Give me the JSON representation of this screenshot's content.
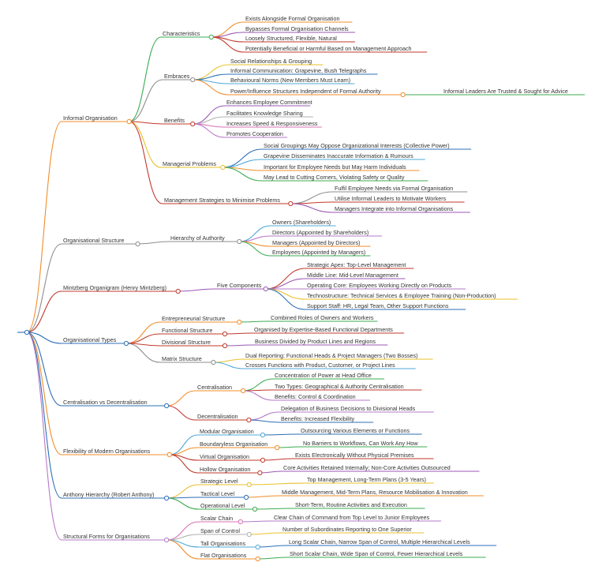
{
  "root": {
    "label": ""
  },
  "branches": [
    {
      "label": "Informal Organisation",
      "color": "#f28c28",
      "children": [
        {
          "label": "Characteristics",
          "color": "#3cab50",
          "children": [
            {
              "label": "Exists Alongside Formal Organisation",
              "color": "#f28c28"
            },
            {
              "label": "Bypasses Formal Organisation Channels",
              "color": "#9b59b6"
            },
            {
              "label": "Loosely Structured, Flexible, Natural",
              "color": "#c0392b"
            },
            {
              "label": "Potentially Beneficial or Harmful Based on Management Approach",
              "color": "#c0392b"
            }
          ]
        },
        {
          "label": "Embraces",
          "color": "#8e8e8e",
          "children": [
            {
              "label": "Social Relationships & Grouping",
              "color": "#e8c12a"
            },
            {
              "label": "Informal Communication: Grapevine, Bush Telegraphs",
              "color": "#2c6fb7"
            },
            {
              "label": "Behavioural Norms (New Members Must Learn)",
              "color": "#4fa8d8"
            },
            {
              "label": "Power/Influence Structures Independent of Formal Authority",
              "color": "#f28c28",
              "children": [
                {
                  "label": "Informal Leaders Are Trusted & Sought for Advice",
                  "color": "#3cab50"
                }
              ]
            }
          ]
        },
        {
          "label": "Benefits",
          "color": "#c0392b",
          "children": [
            {
              "label": "Enhances Employee Commitment",
              "color": "#9b59b6"
            },
            {
              "label": "Facilitates Knowledge Sharing",
              "color": "#b0b0b0"
            },
            {
              "label": "Increases Speed & Responsiveness",
              "color": "#d970b5"
            },
            {
              "label": "Promotes Cooperation",
              "color": "#b678c9"
            }
          ]
        },
        {
          "label": "Managerial Problems",
          "color": "#e8c12a",
          "children": [
            {
              "label": "Social Groupings May Oppose Organizational Interests (Collective Power)",
              "color": "#2c6fb7"
            },
            {
              "label": "Grapevine Disseminates Inaccurate Information & Rumours",
              "color": "#4fa8d8"
            },
            {
              "label": "Important for Employee Needs but May Harm Individuals",
              "color": "#f28c28"
            },
            {
              "label": "May Lead to Cutting Corners, Violating Safety or Quality",
              "color": "#3cab50"
            }
          ]
        },
        {
          "label": "Management Strategies to Minimise Problems",
          "color": "#c0392b",
          "children": [
            {
              "label": "Fulfil Employee Needs via Formal Organisation",
              "color": "#8e8e8e"
            },
            {
              "label": "Utilise Informal Leaders to Motivate Workers",
              "color": "#c0392b"
            },
            {
              "label": "Managers Integrate into Informal Organisations",
              "color": "#9b59b6"
            }
          ]
        }
      ]
    },
    {
      "label": "Organisational Structure",
      "color": "#8e8e8e",
      "children": [
        {
          "label": "Hierarchy of Authority",
          "color": "#8e8e8e",
          "children": [
            {
              "label": "Owners (Shareholders)",
              "color": "#4fa8d8"
            },
            {
              "label": "Directors (Appointed by Shareholders)",
              "color": "#b678c9"
            },
            {
              "label": "Managers (Appointed by Directors)",
              "color": "#f28c28"
            },
            {
              "label": "Employees (Appointed by Managers)",
              "color": "#3cab50"
            }
          ]
        }
      ]
    },
    {
      "label": "Mintzberg Organigram (Henry Mintzberg)",
      "color": "#c0392b",
      "children": [
        {
          "label": "Five Components",
          "color": "#9b59b6",
          "children": [
            {
              "label": "Strategic Apex: Top-Level Management",
              "color": "#c0392b"
            },
            {
              "label": "Middle Line: Mid-Level Management",
              "color": "#9b59b6"
            },
            {
              "label": "Operating Core: Employees Working Directly on Products",
              "color": "#b678c9"
            },
            {
              "label": "Technostructure: Technical Services & Employee Training (Non-Production)",
              "color": "#e8c12a"
            },
            {
              "label": "Support Staff: HR, Legal Team, Other Support Functions",
              "color": "#2c6fb7"
            }
          ]
        }
      ]
    },
    {
      "label": "Organisational Types",
      "color": "#2c6fb7",
      "children": [
        {
          "label": "Entrepreneurial Structure",
          "color": "#f28c28",
          "children": [
            {
              "label": "Combined Roles of Owners and Workers",
              "color": "#3cab50"
            }
          ]
        },
        {
          "label": "Functional Structure",
          "color": "#c0392b",
          "children": [
            {
              "label": "Organised by Expertise-Based Functional Departments",
              "color": "#c0392b"
            }
          ]
        },
        {
          "label": "Divisional Structure",
          "color": "#c0392b",
          "children": [
            {
              "label": "Business Divided by Product Lines and Regions",
              "color": "#9b59b6"
            }
          ]
        },
        {
          "label": "Matrix Structure",
          "color": "#8e8e8e",
          "children": [
            {
              "label": "Dual Reporting: Functional Heads & Project Managers (Two Bosses)",
              "color": "#e8c12a"
            },
            {
              "label": "Crosses Functions with Product, Customer, or Project Lines",
              "color": "#4fa8d8"
            }
          ]
        }
      ]
    },
    {
      "label": "Centralisation vs Decentralisation",
      "color": "#2c6fb7",
      "children": [
        {
          "label": "Centralisation",
          "color": "#f28c28",
          "children": [
            {
              "label": "Concentration of Power at Head Office",
              "color": "#3cab50"
            },
            {
              "label": "Two Types: Geographical & Authority Centralisation",
              "color": "#c0392b"
            },
            {
              "label": "Benefits: Control & Coordination",
              "color": "#b678c9"
            }
          ]
        },
        {
          "label": "Decentralisation",
          "color": "#c0392b",
          "children": [
            {
              "label": "Delegation of Business Decisions to Divisional Heads",
              "color": "#b678c9"
            },
            {
              "label": "Benefits: Increased Flexibility",
              "color": "#2c6fb7"
            }
          ]
        }
      ]
    },
    {
      "label": "Flexibility of Modern Organisations",
      "color": "#f28c28",
      "children": [
        {
          "label": "Modular Organisation",
          "color": "#4fa8d8",
          "children": [
            {
              "label": "Outsourcing Various Elements or Functions",
              "color": "#2c6fb7"
            }
          ]
        },
        {
          "label": "Boundaryless Organisation",
          "color": "#f28c28",
          "children": [
            {
              "label": "No Barriers to Workflows, Can Work Any How",
              "color": "#3cab50"
            }
          ]
        },
        {
          "label": "Virtual Organisation",
          "color": "#c0392b",
          "children": [
            {
              "label": "Exists Electronically Without Physical Premises",
              "color": "#c0392b"
            }
          ]
        },
        {
          "label": "Hollow Organisation",
          "color": "#c0392b",
          "children": [
            {
              "label": "Core Activities Retained Internally; Non-Core Activities Outsourced",
              "color": "#9b59b6"
            }
          ]
        }
      ]
    },
    {
      "label": "Anthony Hierarchy (Robert Anthony)",
      "color": "#2c6fb7",
      "children": [
        {
          "label": "Strategic Level",
          "color": "#e8c12a",
          "children": [
            {
              "label": "Top Management, Long-Term Plans (3-5 Years)",
              "color": "#e8c12a"
            }
          ]
        },
        {
          "label": "Tactical Level",
          "color": "#2c6fb7",
          "children": [
            {
              "label": "Middle Management, Mid-Term Plans, Resource Mobilisation & Innovation",
              "color": "#f28c28"
            }
          ]
        },
        {
          "label": "Operational Level",
          "color": "#3cab50",
          "children": [
            {
              "label": "Short-Term, Routine Activities and Execution",
              "color": "#3cab50"
            }
          ]
        }
      ]
    },
    {
      "label": "Structural Forms for Organisations",
      "color": "#b678c9",
      "children": [
        {
          "label": "Scalar Chain",
          "color": "#d970b5",
          "children": [
            {
              "label": "Clear Chain of Command from Top Level to Junior Employees",
              "color": "#b678c9"
            }
          ]
        },
        {
          "label": "Span of Control",
          "color": "#b0b0b0",
          "children": [
            {
              "label": "Number of Subordinates Reporting to One Superior",
              "color": "#e8c12a"
            }
          ]
        },
        {
          "label": "Tall Organisations",
          "color": "#4fa8d8",
          "children": [
            {
              "label": "Long Scalar Chain, Narrow Span of Control, Multiple Hierarchical Levels",
              "color": "#2c6fb7"
            }
          ]
        },
        {
          "label": "Flat Organisations",
          "color": "#f28c28",
          "children": [
            {
              "label": "Short Scalar Chain, Wide Span of Control, Fewer Hierarchical Levels",
              "color": "#3cab50"
            }
          ]
        }
      ]
    }
  ]
}
